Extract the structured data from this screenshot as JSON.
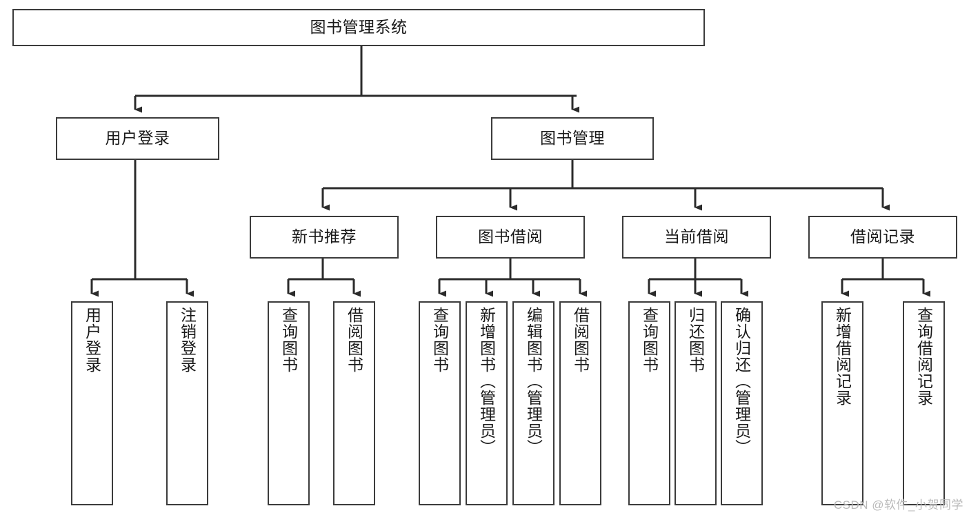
{
  "diagram": {
    "title": "图书管理系统",
    "watermark": "CSDN @软件_小贺同学",
    "style": {
      "box_border_color": "#3b3b3b",
      "box_fill_color": "#ffffff",
      "line_color": "#2b2b2b",
      "text_color": "#1a1a1a",
      "watermark_color": "#b9b9b9",
      "background": "#ffffff"
    },
    "nodes": {
      "root": {
        "label": "图书管理系统",
        "level": 1,
        "orientation": "horizontal"
      },
      "user_login": {
        "label": "用户登录",
        "level": 2,
        "orientation": "horizontal"
      },
      "book_manage": {
        "label": "图书管理",
        "level": 2,
        "orientation": "horizontal"
      },
      "new_book_rec": {
        "label": "新书推荐",
        "level": 3,
        "orientation": "horizontal"
      },
      "book_borrow": {
        "label": "图书借阅",
        "level": 3,
        "orientation": "horizontal"
      },
      "current_borrow": {
        "label": "当前借阅",
        "level": 3,
        "orientation": "horizontal"
      },
      "borrow_record": {
        "label": "借阅记录",
        "level": 3,
        "orientation": "horizontal"
      },
      "leaf_user_login": {
        "label": "用户登录",
        "level": 4,
        "orientation": "vertical"
      },
      "leaf_logout": {
        "label": "注销登录",
        "level": 4,
        "orientation": "vertical"
      },
      "leaf_query_book_1": {
        "label": "查询图书",
        "level": 4,
        "orientation": "vertical"
      },
      "leaf_borrow_book_1": {
        "label": "借阅图书",
        "level": 4,
        "orientation": "vertical"
      },
      "leaf_query_book_2": {
        "label": "查询图书",
        "level": 4,
        "orientation": "vertical"
      },
      "leaf_add_book": {
        "label": "新增图书（管理员）",
        "level": 4,
        "orientation": "vertical"
      },
      "leaf_edit_book": {
        "label": "编辑图书（管理员）",
        "level": 4,
        "orientation": "vertical"
      },
      "leaf_borrow_book_2": {
        "label": "借阅图书",
        "level": 4,
        "orientation": "vertical"
      },
      "leaf_query_book_3": {
        "label": "查询图书",
        "level": 4,
        "orientation": "vertical"
      },
      "leaf_return_book": {
        "label": "归还图书",
        "level": 4,
        "orientation": "vertical"
      },
      "leaf_confirm_return": {
        "label": "确认归还（管理员）",
        "level": 4,
        "orientation": "vertical"
      },
      "leaf_add_record": {
        "label": "新增借阅记录",
        "level": 4,
        "orientation": "vertical"
      },
      "leaf_query_record": {
        "label": "查询借阅记录",
        "level": 4,
        "orientation": "vertical"
      }
    },
    "edges": [
      {
        "from": "root",
        "to": "user_login"
      },
      {
        "from": "root",
        "to": "book_manage"
      },
      {
        "from": "user_login",
        "to": "leaf_user_login"
      },
      {
        "from": "user_login",
        "to": "leaf_logout"
      },
      {
        "from": "book_manage",
        "to": "new_book_rec"
      },
      {
        "from": "book_manage",
        "to": "book_borrow"
      },
      {
        "from": "book_manage",
        "to": "current_borrow"
      },
      {
        "from": "book_manage",
        "to": "borrow_record"
      },
      {
        "from": "new_book_rec",
        "to": "leaf_query_book_1"
      },
      {
        "from": "new_book_rec",
        "to": "leaf_borrow_book_1"
      },
      {
        "from": "book_borrow",
        "to": "leaf_query_book_2"
      },
      {
        "from": "book_borrow",
        "to": "leaf_add_book"
      },
      {
        "from": "book_borrow",
        "to": "leaf_edit_book"
      },
      {
        "from": "book_borrow",
        "to": "leaf_borrow_book_2"
      },
      {
        "from": "current_borrow",
        "to": "leaf_query_book_3"
      },
      {
        "from": "current_borrow",
        "to": "leaf_return_book"
      },
      {
        "from": "current_borrow",
        "to": "leaf_confirm_return"
      },
      {
        "from": "borrow_record",
        "to": "leaf_add_record"
      },
      {
        "from": "borrow_record",
        "to": "leaf_query_record"
      }
    ]
  }
}
